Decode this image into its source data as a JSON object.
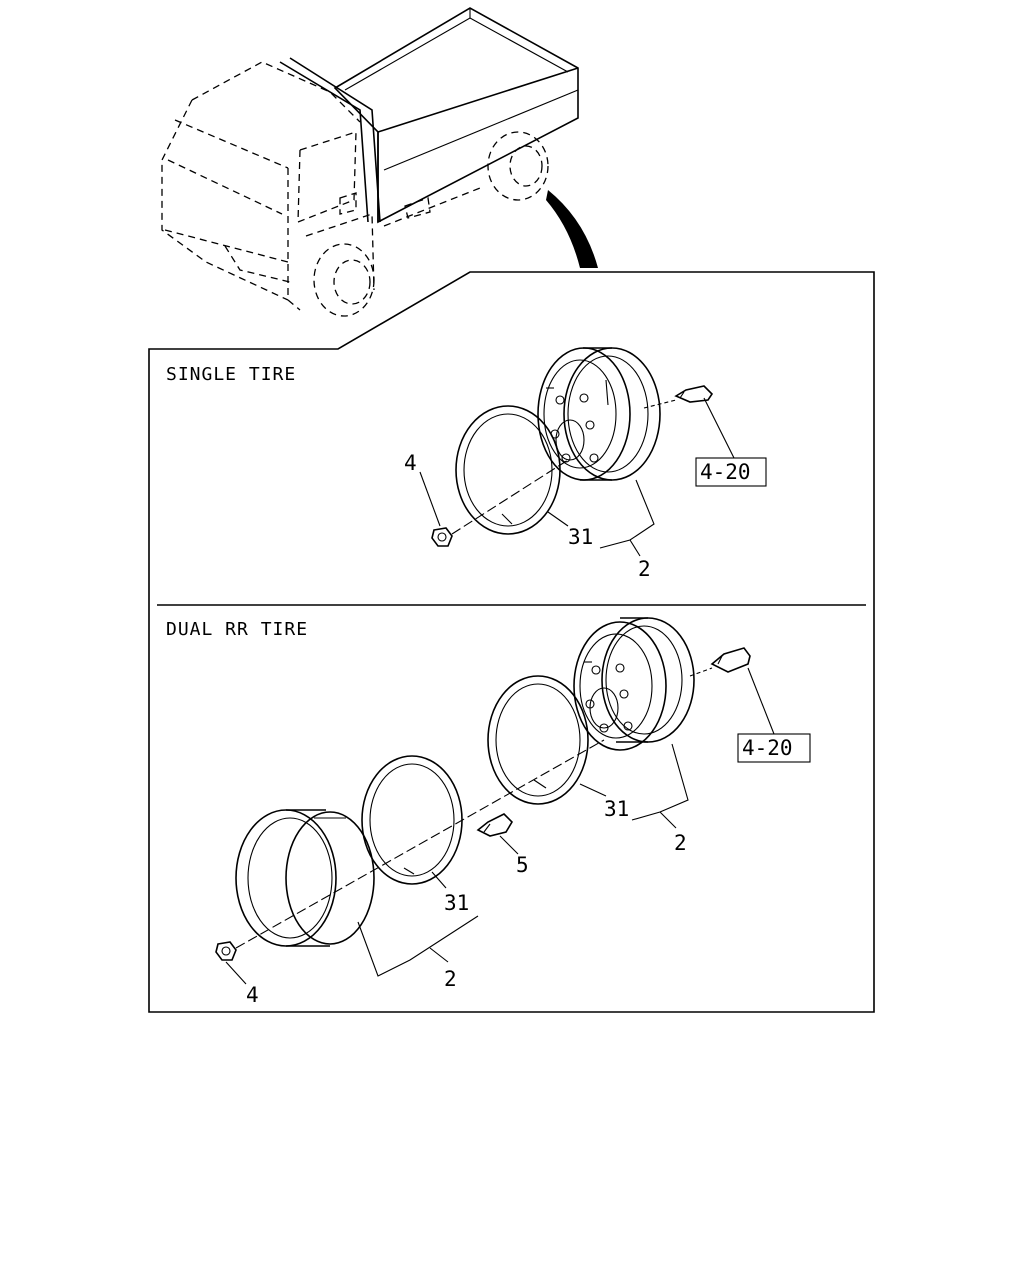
{
  "sections": {
    "single": {
      "title": "SINGLE TIRE",
      "callouts": {
        "nut": "4",
        "ring": "31",
        "assembly": "2",
        "ref": "4-20"
      }
    },
    "dual": {
      "title": "DUAL RR TIRE",
      "callouts": {
        "nut": "4",
        "ring_outer": "31",
        "ring_inner": "31",
        "stud": "5",
        "assembly_inner": "2",
        "assembly_outer": "2",
        "ref": "4-20"
      }
    }
  }
}
